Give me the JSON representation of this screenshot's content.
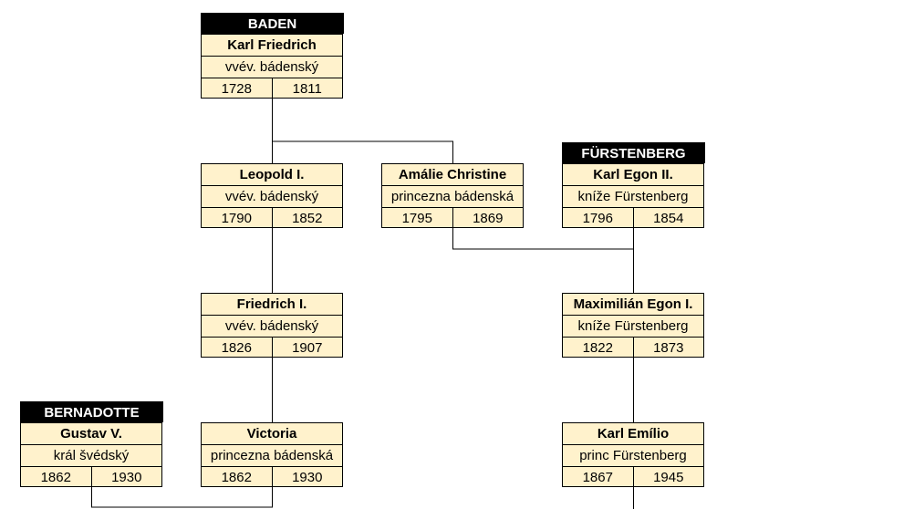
{
  "colors": {
    "card_fill": "#fff2cc",
    "house_fill": "#000000",
    "line": "#000000"
  },
  "houses": [
    {
      "id": "baden",
      "label": "BADEN",
      "over": "karl-friedrich"
    },
    {
      "id": "furstenberg",
      "label": "FÜRSTENBERG",
      "over": "karl-egon"
    },
    {
      "id": "bernadotte",
      "label": "BERNADOTTE",
      "over": "gustav"
    }
  ],
  "persons": [
    {
      "id": "karl-friedrich",
      "name": "Karl Friedrich",
      "title": "vvév. bádenský",
      "born": "1728",
      "died": "1811"
    },
    {
      "id": "leopold",
      "name": "Leopold I.",
      "title": "vvév. bádenský",
      "born": "1790",
      "died": "1852"
    },
    {
      "id": "amalie",
      "name": "Amálie Christine",
      "title": "princezna bádenská",
      "born": "1795",
      "died": "1869"
    },
    {
      "id": "karl-egon",
      "name": "Karl Egon II.",
      "title": "kníže Fürstenberg",
      "born": "1796",
      "died": "1854"
    },
    {
      "id": "friedrich",
      "name": "Friedrich I.",
      "title": "vvév. bádenský",
      "born": "1826",
      "died": "1907"
    },
    {
      "id": "maximilian",
      "name": "Maximilián Egon I.",
      "title": "kníže Fürstenberg",
      "born": "1822",
      "died": "1873"
    },
    {
      "id": "gustav",
      "name": "Gustav V.",
      "title": "král švédský",
      "born": "1862",
      "died": "1930"
    },
    {
      "id": "victoria",
      "name": "Victoria",
      "title": "princezna bádenská",
      "born": "1862",
      "died": "1930"
    },
    {
      "id": "karl-emilio",
      "name": "Karl Emílio",
      "title": "princ Fürstenberg",
      "born": "1867",
      "died": "1945"
    }
  ]
}
